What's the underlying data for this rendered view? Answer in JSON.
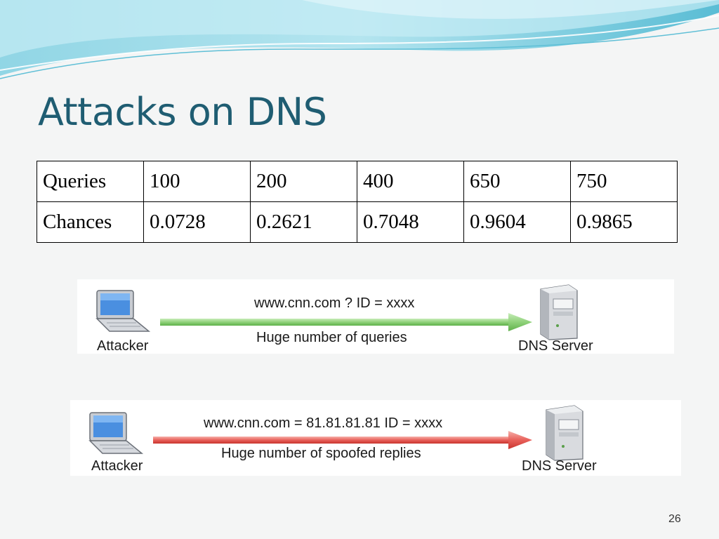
{
  "slide": {
    "title": "Attacks on DNS",
    "page_number": "26"
  },
  "table": {
    "rows": [
      {
        "label": "Queries",
        "values": [
          "100",
          "200",
          "400",
          "650",
          "750"
        ]
      },
      {
        "label": "Chances",
        "values": [
          "0.0728",
          "0.2621",
          "0.7048",
          "0.9604",
          "0.9865"
        ]
      }
    ]
  },
  "diagrams": {
    "queries": {
      "top_text": "www.cnn.com ? ID = xxxx",
      "bottom_text": "Huge number of queries",
      "source_label": "Attacker",
      "target_label": "DNS Server",
      "arrow_color": "#8fd17a"
    },
    "replies": {
      "top_text": "www.cnn.com = 81.81.81.81 ID = xxxx",
      "bottom_text": "Huge number of spoofed replies",
      "source_label": "Attacker",
      "target_label": "DNS Server",
      "arrow_color": "#e8605a"
    }
  },
  "colors": {
    "title": "#1f5d72",
    "wave_accent": "#3fb3cf"
  }
}
